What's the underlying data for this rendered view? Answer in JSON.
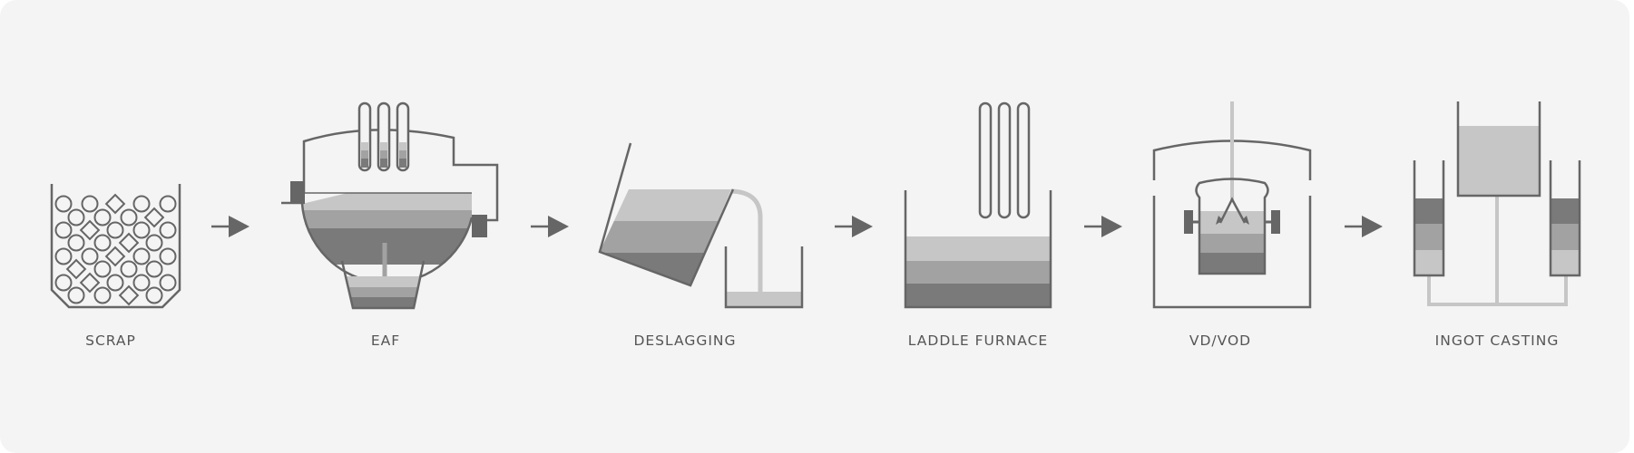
{
  "stages": [
    {
      "id": "scrap",
      "label": "SCRAP"
    },
    {
      "id": "eaf",
      "label": "EAF"
    },
    {
      "id": "deslagging",
      "label": "DESLAGGING"
    },
    {
      "id": "laddle-furnace",
      "label": "LADDLE FURNACE"
    },
    {
      "id": "vd-vod",
      "label": "VD/VOD"
    },
    {
      "id": "ingot-casting",
      "label": "INGOT CASTING"
    }
  ],
  "colors": {
    "background": "#f4f4f5",
    "outline": "#666666",
    "fill_light": "#c6c6c6",
    "fill_mid": "#a2a2a2",
    "fill_dark": "#7a7a7a",
    "label": "#555555"
  }
}
